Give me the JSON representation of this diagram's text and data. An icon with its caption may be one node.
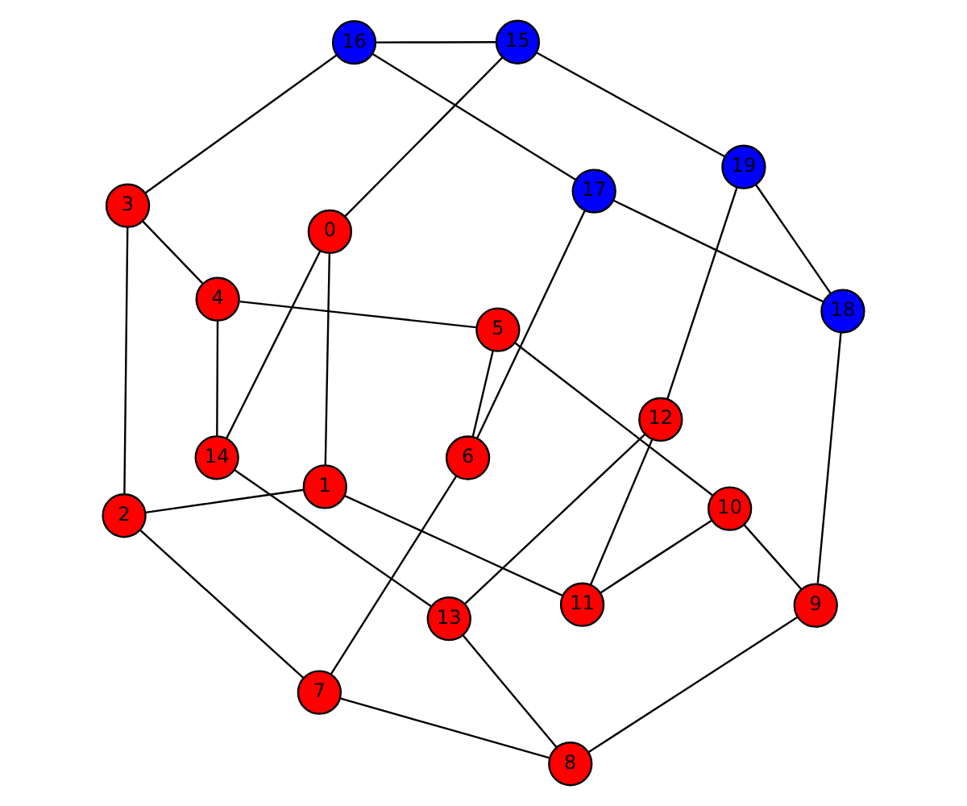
{
  "diagram": {
    "nodes": [
      {
        "text": [
          "0"
        ]
      },
      {
        "text": [
          "1"
        ]
      },
      {
        "text": [
          "2"
        ]
      },
      {
        "text": [
          "3"
        ]
      },
      {
        "text": [
          "4"
        ]
      },
      {
        "text": [
          "5"
        ]
      },
      {
        "text": [
          "6"
        ]
      },
      {
        "text": [
          "7"
        ]
      },
      {
        "text": [
          "8"
        ]
      },
      {
        "text": [
          "9"
        ]
      },
      {
        "text": [
          "10"
        ]
      },
      {
        "text": [
          "11"
        ]
      },
      {
        "text": [
          "12"
        ]
      },
      {
        "text": [
          "13"
        ]
      },
      {
        "text": [
          "14"
        ]
      },
      {
        "text": [
          "15"
        ]
      },
      {
        "text": [
          "16"
        ]
      },
      {
        "text": [
          "17"
        ]
      },
      {
        "text": [
          "18"
        ]
      },
      {
        "text": [
          "19"
        ]
      }
    ],
    "edges": [
      {
        "from": 0,
        "to": 1,
        "arrow": "none"
      },
      {
        "from": 1,
        "to": 2,
        "arrow": "none"
      },
      {
        "from": 2,
        "to": 3,
        "arrow": "none"
      },
      {
        "from": 3,
        "to": 4,
        "arrow": "none"
      },
      {
        "from": 4,
        "to": 5,
        "arrow": "none"
      },
      {
        "from": 5,
        "to": 6,
        "arrow": "none"
      },
      {
        "from": 6,
        "to": 7,
        "arrow": "none"
      },
      {
        "from": 7,
        "to": 8,
        "arrow": "none"
      },
      {
        "from": 8,
        "to": 9,
        "arrow": "none"
      },
      {
        "from": 9,
        "to": 10,
        "arrow": "none"
      },
      {
        "from": 10,
        "to": 11,
        "arrow": "none"
      },
      {
        "from": 11,
        "to": 12,
        "arrow": "none"
      },
      {
        "from": 12,
        "to": 13,
        "arrow": "none"
      },
      {
        "from": 13,
        "to": 14,
        "arrow": "none"
      },
      {
        "from": 14,
        "to": 0,
        "arrow": "none"
      },
      {
        "from": 0,
        "to": 15,
        "arrow": "none"
      },
      {
        "from": 1,
        "to": 11,
        "arrow": "none"
      },
      {
        "from": 14,
        "to": 4,
        "arrow": "none"
      },
      {
        "from": 2,
        "to": 7,
        "arrow": "none"
      },
      {
        "from": 3,
        "to": 16,
        "arrow": "none"
      },
      {
        "from": 13,
        "to": 8,
        "arrow": "none"
      },
      {
        "from": 12,
        "to": 19,
        "arrow": "none"
      },
      {
        "from": 5,
        "to": 10,
        "arrow": "none"
      },
      {
        "from": 6,
        "to": 17,
        "arrow": "none"
      },
      {
        "from": 9,
        "to": 18,
        "arrow": "none"
      },
      {
        "from": 15,
        "to": 16,
        "arrow": "none"
      },
      {
        "from": 16,
        "to": 17,
        "arrow": "none"
      },
      {
        "from": 17,
        "to": 18,
        "arrow": "none"
      },
      {
        "from": 18,
        "to": 19,
        "arrow": "none"
      },
      {
        "from": 19,
        "to": 15,
        "arrow": "none"
      }
    ]
  }
}
